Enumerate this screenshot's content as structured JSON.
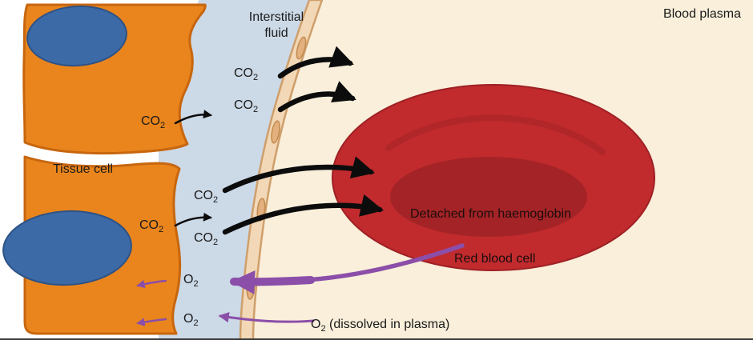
{
  "labels": {
    "blood_plasma": "Blood plasma",
    "interstitial_line1": "Interstitial",
    "interstitial_line2": "fluid",
    "tissue_cell": "Tissue cell",
    "detached_from_haemoglobin": "Detached from haemoglobin",
    "red_blood_cell": "Red blood cell",
    "dissolved_in_plasma": " (dissolved in plasma)"
  },
  "molecules": {
    "co2": "CO",
    "o2": "O",
    "subscript": "2"
  },
  "colors": {
    "tissue_cell_fill": "#e9851c",
    "tissue_cell_outline": "#c7660e",
    "nucleus_fill": "#3c6aa6",
    "nucleus_outline": "#2d5286",
    "interstitial_fluid": "#ccd9e7",
    "capillary_wall_fill": "#f2d8b6",
    "capillary_wall_outline": "#cf9f6b",
    "plasma_background": "#f9efdb",
    "red_blood_cell_fill": "#c12b2e",
    "red_blood_cell_shadow": "#a42326",
    "co2_arrow": "#0c0c0c",
    "o2_arrow": "#8b4ea9",
    "text": "#1a1a1a"
  }
}
